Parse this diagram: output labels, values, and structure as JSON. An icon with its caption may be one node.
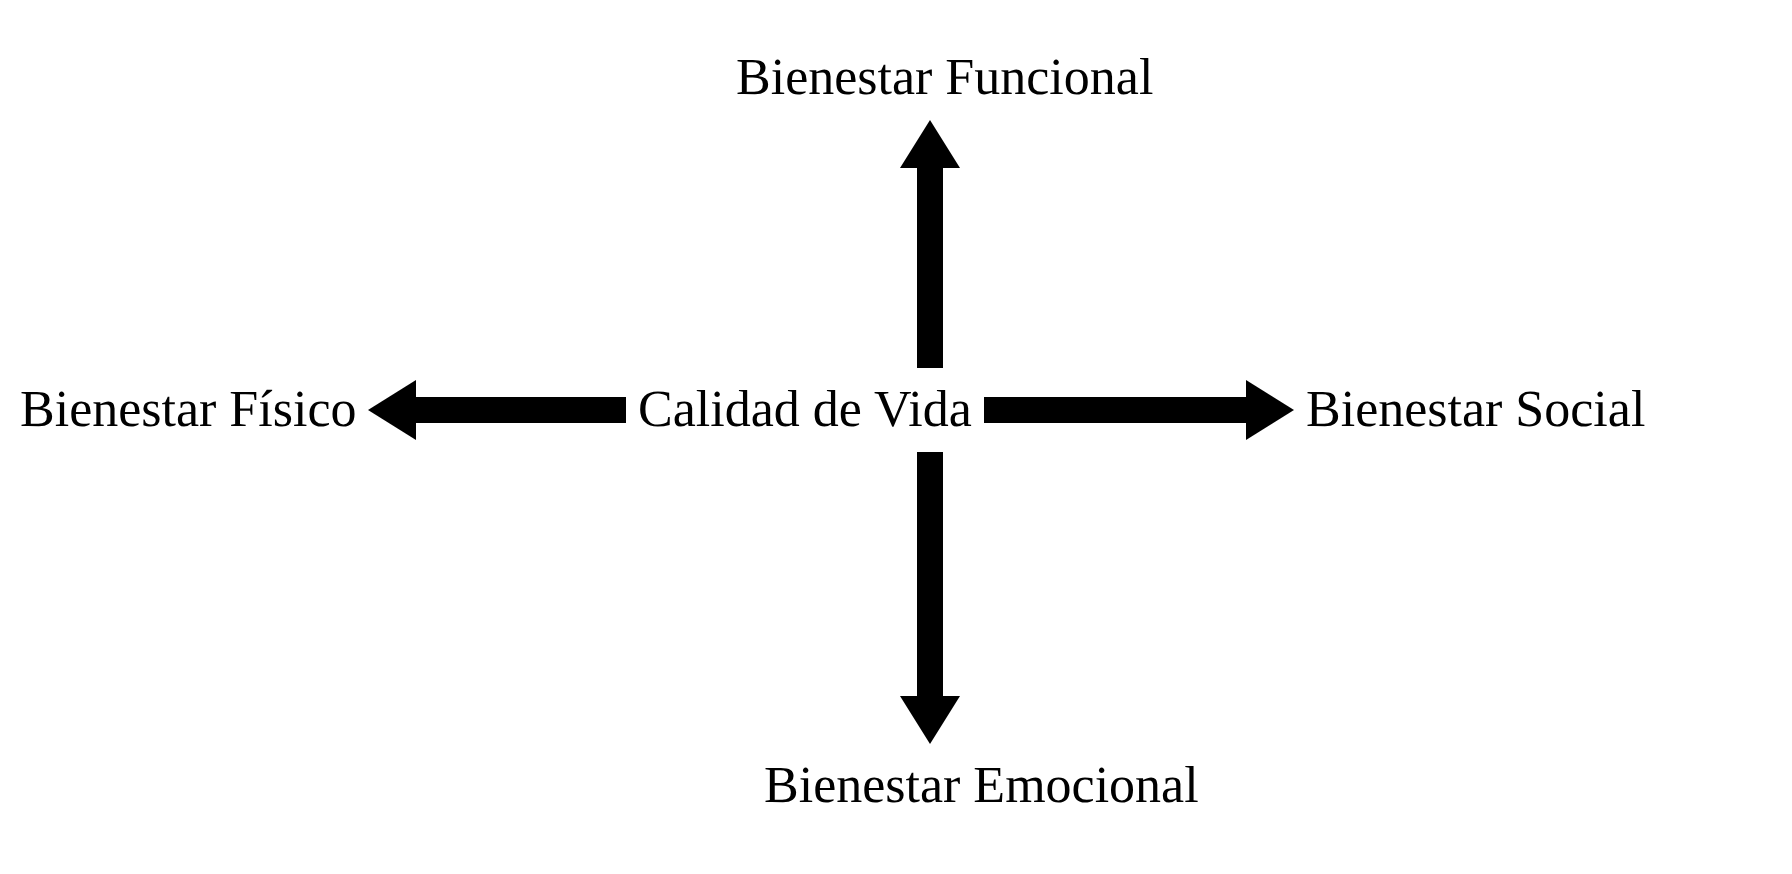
{
  "diagram": {
    "nodes": [
      {
        "text": [
          "Bienestar Funcional"
        ]
      },
      {
        "text": [
          "Bienestar Físico"
        ]
      },
      {
        "text": [
          "Calidad de Vida"
        ]
      },
      {
        "text": [
          "Bienestar Social"
        ]
      },
      {
        "text": [
          "Bienestar Emocional"
        ]
      }
    ],
    "edges": [
      {
        "from": 2,
        "to": 0,
        "arrow": "to"
      },
      {
        "from": 2,
        "to": 1,
        "arrow": "to"
      },
      {
        "from": 2,
        "to": 3,
        "arrow": "to"
      },
      {
        "from": 2,
        "to": 4,
        "arrow": "to"
      }
    ]
  }
}
